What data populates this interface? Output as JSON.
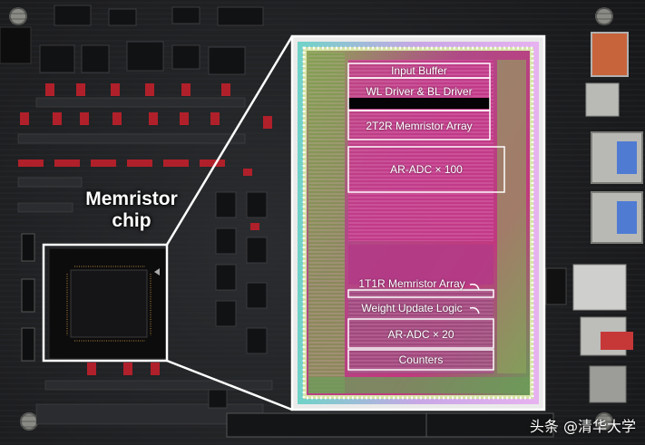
{
  "chip_label": [
    "Memristor",
    "chip"
  ],
  "die_blocks": {
    "input_buffer": "Input Buffer",
    "wl_bl_driver": "WL Driver & BL Driver",
    "array_2t2r": "2T2R Memristor Array",
    "adc_100": "AR-ADC × 100",
    "array_1t1r": "1T1R Memristor Array",
    "weight_update": "Weight Update Logic",
    "adc_20": "AR-ADC × 20",
    "counters": "Counters"
  },
  "watermark": "头条 @清华大学",
  "colors": {
    "pcb": "#1e1f21",
    "die_magenta": "#c23a8a",
    "die_green": "#7fa04a",
    "label_outline": "#ffffff"
  }
}
